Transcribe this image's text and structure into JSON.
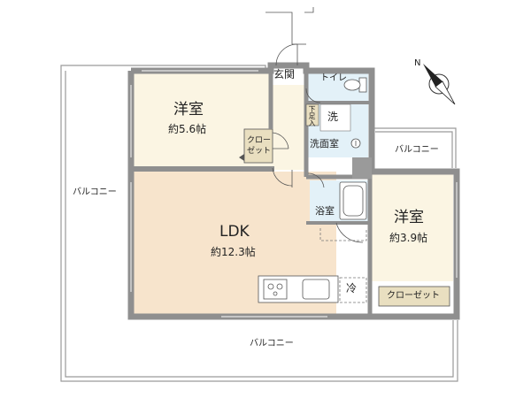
{
  "rooms": {
    "western_room_1": {
      "name": "洋室",
      "area": "約5.6帖"
    },
    "ldk": {
      "name": "LDK",
      "area": "約12.3帖"
    },
    "western_room_2": {
      "name": "洋室",
      "area": "約3.9帖"
    },
    "entrance": "玄関",
    "toilet": "トイレ",
    "washroom": "洗面室",
    "washer": "洗",
    "bathroom": "浴室",
    "shoe_box": "下足入",
    "fridge": "冷",
    "closet_1_line1": "クロー",
    "closet_1_line2": "ゼット",
    "closet_2": "クローゼット"
  },
  "balconies": {
    "left": "バルコニー",
    "bottom": "バルコニー",
    "right": "バルコニー"
  },
  "colors": {
    "wall": "#8f8f8f",
    "room_floor": "#fbf5e3",
    "ldk_floor": "#f7e4cc",
    "wet_floor": "#e3f1f8",
    "closet_floor": "#e9dfc0",
    "balcony_line": "#9a9a9a",
    "line": "#555555"
  },
  "icons": [
    "compass-icon",
    "toilet-icon",
    "sink-icon",
    "bathtub-icon",
    "stove-icon",
    "kitchen-sink-icon"
  ]
}
